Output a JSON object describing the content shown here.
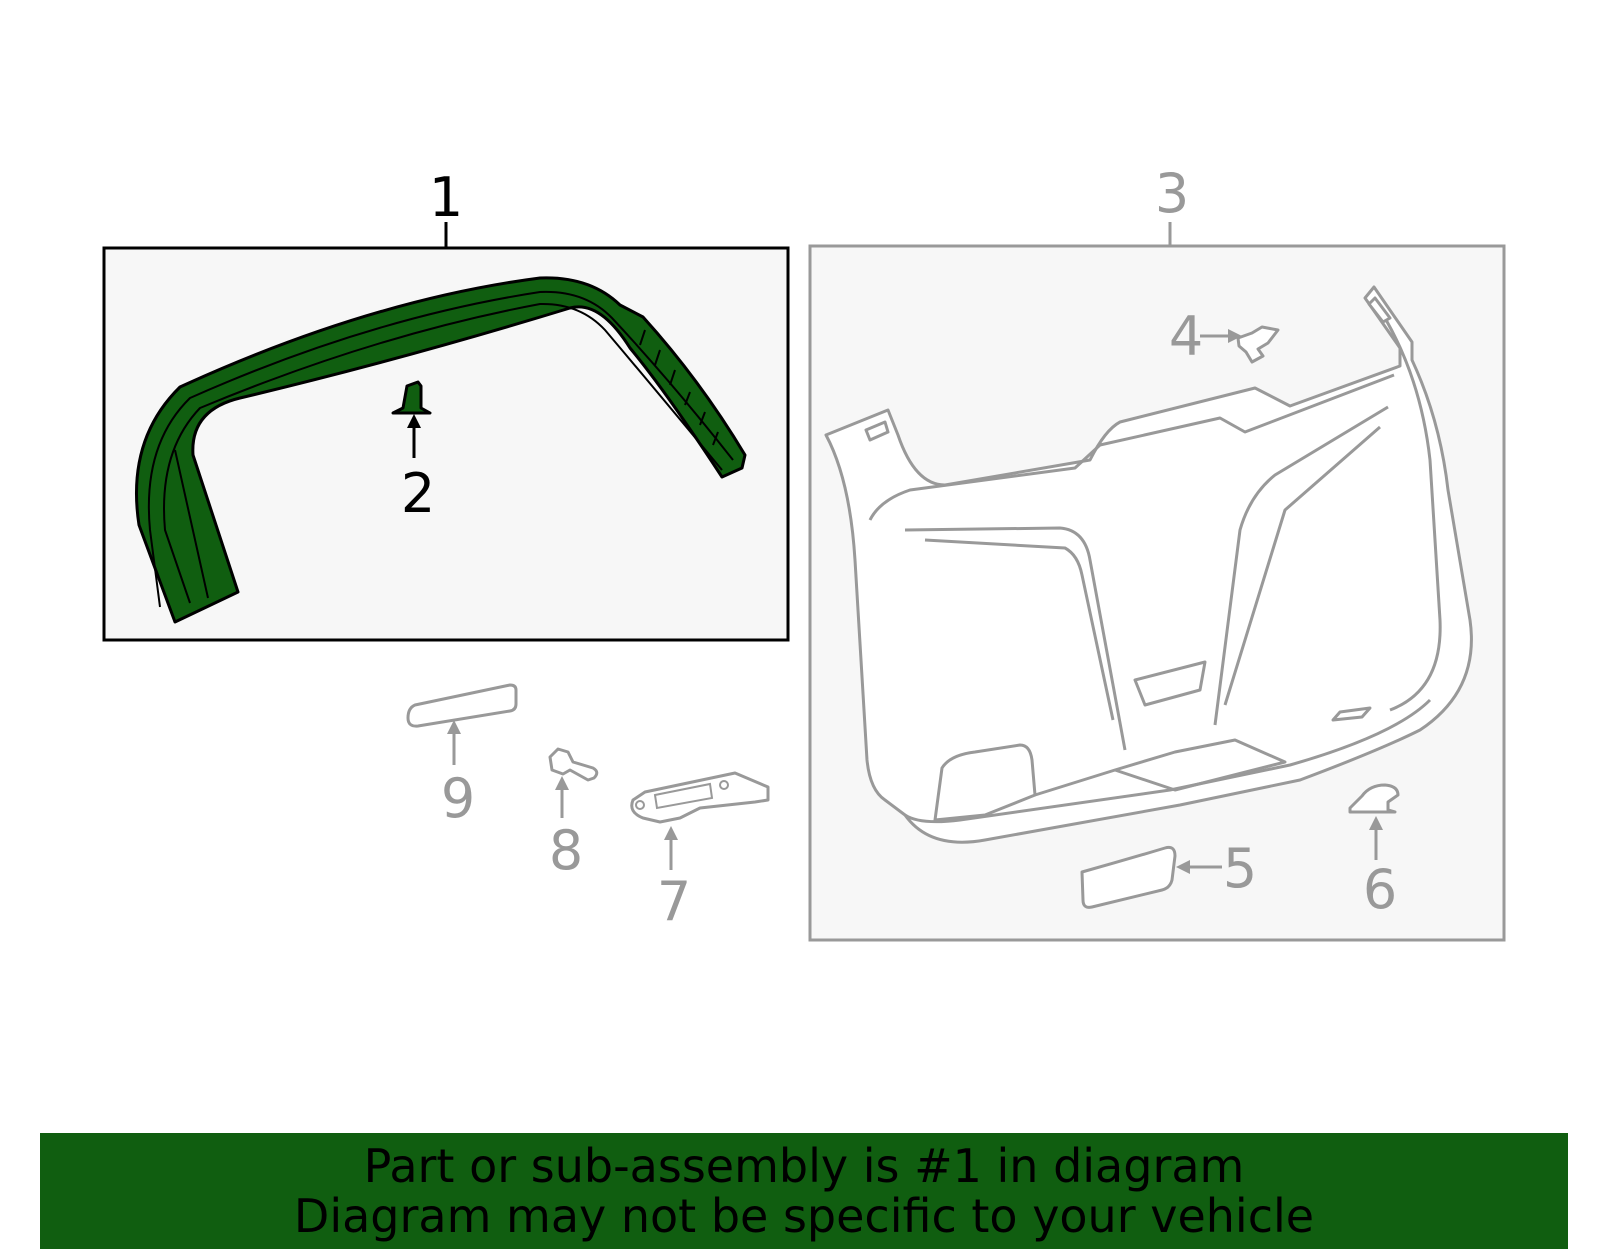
{
  "diagram": {
    "callouts": {
      "c1": "1",
      "c2": "2",
      "c3": "3",
      "c4": "4",
      "c5": "5",
      "c6": "6",
      "c7": "7",
      "c8": "8",
      "c9": "9"
    },
    "colors": {
      "highlight": "#105e10",
      "inactive": "#999999",
      "panel_bg": "#f7f7f7"
    }
  },
  "banner": {
    "line1": "Part or sub-assembly is #1 in diagram",
    "line2": "Diagram may not be specific to your vehicle"
  }
}
